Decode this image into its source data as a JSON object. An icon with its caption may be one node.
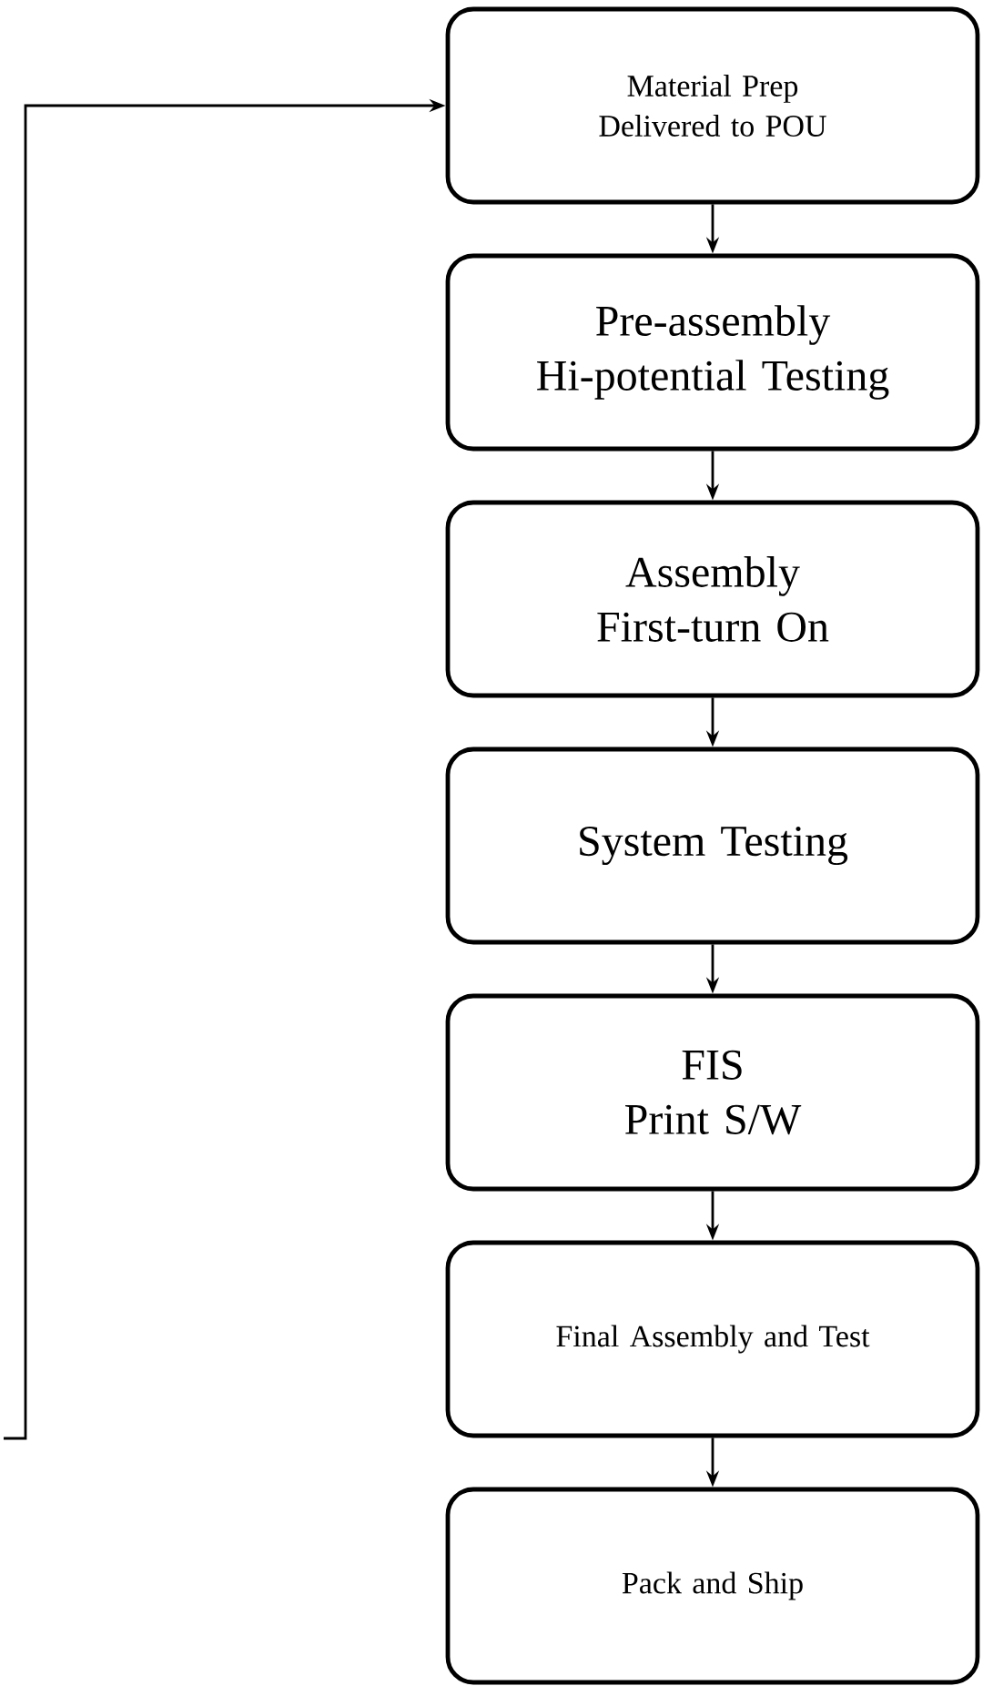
{
  "diagram": {
    "nodes": [
      {
        "text": [
          "Material Prep",
          "Delivered to POU"
        ]
      },
      {
        "text": [
          "Pre-assembly",
          "Hi-potential Testing"
        ]
      },
      {
        "text": [
          "Assembly",
          "First-turn On"
        ]
      },
      {
        "text": [
          "System Testing"
        ]
      },
      {
        "text": [
          "FIS",
          "Print S/W"
        ]
      },
      {
        "text": [
          "Final Assembly and Test"
        ]
      },
      {
        "text": [
          "Pack and Ship"
        ]
      }
    ],
    "edges": [
      {
        "from": 0,
        "to": 1,
        "arrow": "to"
      },
      {
        "from": 1,
        "to": 2,
        "arrow": "to"
      },
      {
        "from": 2,
        "to": 3,
        "arrow": "to"
      },
      {
        "from": 3,
        "to": 4,
        "arrow": "to"
      },
      {
        "from": 4,
        "to": 5,
        "arrow": "to"
      },
      {
        "from": 5,
        "to": 6,
        "arrow": "to"
      },
      {
        "from": null,
        "to": 0,
        "arrow": "to"
      }
    ]
  }
}
